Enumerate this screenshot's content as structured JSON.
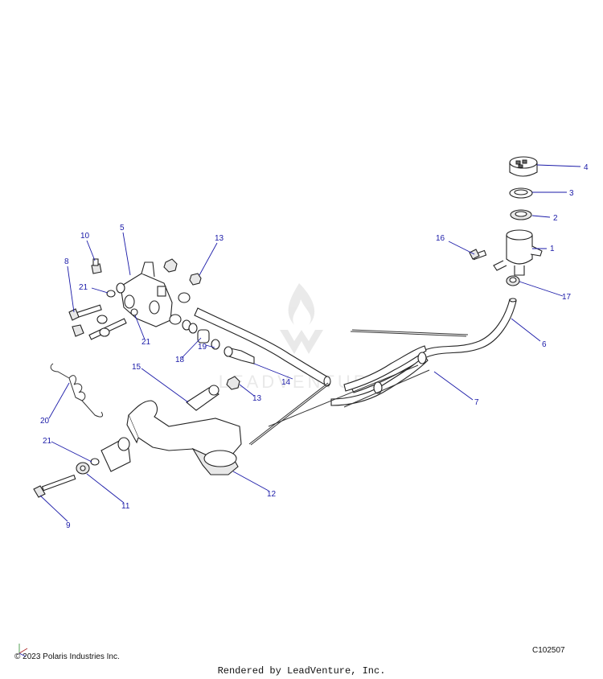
{
  "diagram": {
    "callouts": [
      {
        "id": "1",
        "label": "1"
      },
      {
        "id": "2",
        "label": "2"
      },
      {
        "id": "3",
        "label": "3"
      },
      {
        "id": "4",
        "label": "4"
      },
      {
        "id": "5",
        "label": "5"
      },
      {
        "id": "6",
        "label": "6"
      },
      {
        "id": "7",
        "label": "7"
      },
      {
        "id": "8",
        "label": "8"
      },
      {
        "id": "9",
        "label": "9"
      },
      {
        "id": "10",
        "label": "10"
      },
      {
        "id": "11",
        "label": "11"
      },
      {
        "id": "12",
        "label": "12"
      },
      {
        "id": "13a",
        "label": "13"
      },
      {
        "id": "13b",
        "label": "13"
      },
      {
        "id": "14",
        "label": "14"
      },
      {
        "id": "15",
        "label": "15"
      },
      {
        "id": "16",
        "label": "16"
      },
      {
        "id": "17",
        "label": "17"
      },
      {
        "id": "18",
        "label": "18"
      },
      {
        "id": "19",
        "label": "19"
      },
      {
        "id": "20",
        "label": "20"
      },
      {
        "id": "21a",
        "label": "21"
      },
      {
        "id": "21b",
        "label": "21"
      },
      {
        "id": "21c",
        "label": "21"
      }
    ]
  },
  "footer": {
    "copyright": "© 2023 Polaris Industries Inc.",
    "code": "C102507",
    "rendered_by": "Rendered by LeadVenture, Inc."
  },
  "watermark": {
    "text": "LEADVENTURE"
  }
}
